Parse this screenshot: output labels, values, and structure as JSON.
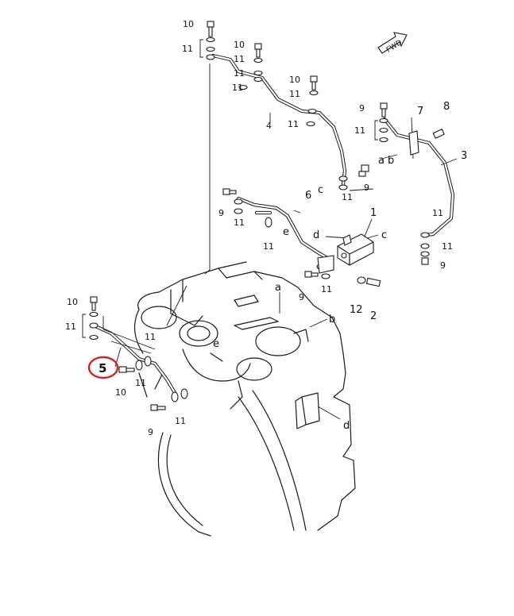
{
  "colors": {
    "line": "#1a1a1a",
    "highlight": "#d42020",
    "background": "#ffffff"
  },
  "forward_arrow": {
    "label": "FWD"
  },
  "callouts": {
    "c1": "1",
    "c2": "2",
    "c3": "3",
    "c4": "4",
    "c5": "5",
    "c6": "6",
    "c7": "7",
    "c8": "8",
    "c9": "9",
    "c10": "10",
    "c11": "11",
    "c12": "12"
  },
  "connection_letters": {
    "a": "a",
    "b": "b",
    "c": "c",
    "d": "d",
    "e": "e"
  },
  "highlighted_part": "5"
}
